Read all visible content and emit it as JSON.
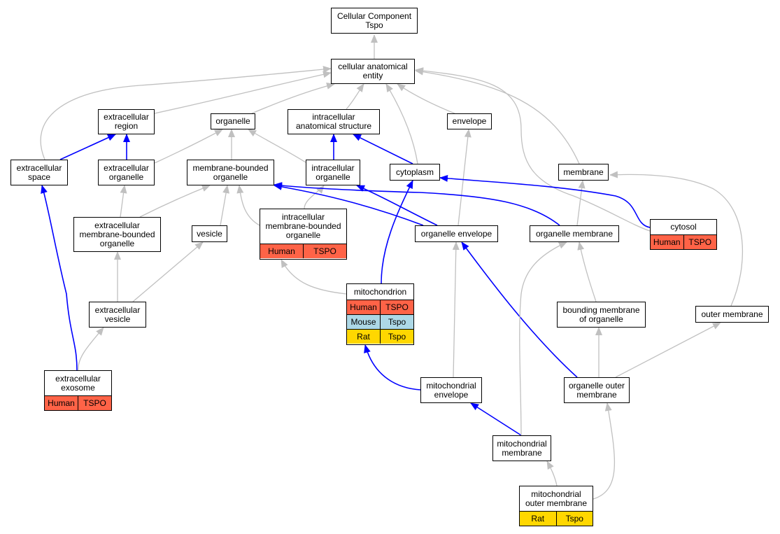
{
  "colors": {
    "gray_edge": "#c0c0c0",
    "blue_edge": "#0000ff",
    "human": "#ff6347",
    "mouse": "#add8e6",
    "rat": "#ffd700"
  },
  "nodes": {
    "cc_tspo": {
      "label": "Cellular Component\nTspo"
    },
    "cellular_anatomical_entity": {
      "label": "cellular anatomical\nentity"
    },
    "extracellular_region": {
      "label": "extracellular\nregion"
    },
    "organelle": {
      "label": "organelle"
    },
    "intracellular_anatomical_structure": {
      "label": "intracellular\nanatomical structure"
    },
    "envelope": {
      "label": "envelope"
    },
    "extracellular_space": {
      "label": "extracellular\nspace"
    },
    "extracellular_organelle": {
      "label": "extracellular\norganelle"
    },
    "membrane_bounded_organelle": {
      "label": "membrane-bounded\norganelle"
    },
    "intracellular_organelle": {
      "label": "intracellular\norganelle"
    },
    "cytoplasm": {
      "label": "cytoplasm"
    },
    "membrane": {
      "label": "membrane"
    },
    "extracellular_mb_organelle": {
      "label": "extracellular\nmembrane-bounded\norganelle"
    },
    "vesicle": {
      "label": "vesicle"
    },
    "intracellular_mb_organelle": {
      "label": "intracellular\nmembrane-bounded\norganelle",
      "annotations": [
        {
          "species": "Human",
          "gene": "TSPO"
        }
      ]
    },
    "organelle_envelope": {
      "label": "organelle envelope"
    },
    "organelle_membrane": {
      "label": "organelle membrane"
    },
    "cytosol": {
      "label": "cytosol",
      "annotations": [
        {
          "species": "Human",
          "gene": "TSPO"
        }
      ]
    },
    "extracellular_vesicle": {
      "label": "extracellular\nvesicle"
    },
    "mitochondrion": {
      "label": "mitochondrion",
      "annotations": [
        {
          "species": "Human",
          "gene": "TSPO"
        },
        {
          "species": "Mouse",
          "gene": "Tspo"
        },
        {
          "species": "Rat",
          "gene": "Tspo"
        }
      ]
    },
    "bounding_membrane": {
      "label": "bounding membrane\nof organelle"
    },
    "outer_membrane": {
      "label": "outer membrane"
    },
    "extracellular_exosome": {
      "label": "extracellular\nexosome",
      "annotations": [
        {
          "species": "Human",
          "gene": "TSPO"
        }
      ]
    },
    "mitochondrial_envelope": {
      "label": "mitochondrial\nenvelope"
    },
    "organelle_outer_membrane": {
      "label": "organelle outer\nmembrane"
    },
    "mitochondrial_membrane": {
      "label": "mitochondrial\nmembrane"
    },
    "mitochondrial_outer_membrane": {
      "label": "mitochondrial\nouter membrane",
      "annotations": [
        {
          "species": "Rat",
          "gene": "Tspo"
        }
      ]
    }
  },
  "edges": [
    {
      "from": "cellular_anatomical_entity",
      "to": "cc_tspo",
      "kind": "is_a"
    },
    {
      "from": "extracellular_region",
      "to": "cellular_anatomical_entity",
      "kind": "is_a"
    },
    {
      "from": "organelle",
      "to": "cellular_anatomical_entity",
      "kind": "is_a"
    },
    {
      "from": "intracellular_anatomical_structure",
      "to": "cellular_anatomical_entity",
      "kind": "is_a"
    },
    {
      "from": "envelope",
      "to": "cellular_anatomical_entity",
      "kind": "is_a"
    },
    {
      "from": "extracellular_space",
      "to": "cellular_anatomical_entity",
      "kind": "is_a"
    },
    {
      "from": "cytoplasm",
      "to": "cellular_anatomical_entity",
      "kind": "is_a"
    },
    {
      "from": "membrane",
      "to": "cellular_anatomical_entity",
      "kind": "is_a"
    },
    {
      "from": "cytosol",
      "to": "cellular_anatomical_entity",
      "kind": "is_a"
    },
    {
      "from": "extracellular_space",
      "to": "extracellular_region",
      "kind": "part_of"
    },
    {
      "from": "extracellular_organelle",
      "to": "extracellular_region",
      "kind": "part_of"
    },
    {
      "from": "extracellular_organelle",
      "to": "organelle",
      "kind": "is_a"
    },
    {
      "from": "membrane_bounded_organelle",
      "to": "organelle",
      "kind": "is_a"
    },
    {
      "from": "intracellular_organelle",
      "to": "organelle",
      "kind": "is_a"
    },
    {
      "from": "intracellular_organelle",
      "to": "intracellular_anatomical_structure",
      "kind": "part_of"
    },
    {
      "from": "cytoplasm",
      "to": "intracellular_anatomical_structure",
      "kind": "part_of"
    },
    {
      "from": "extracellular_mb_organelle",
      "to": "membrane_bounded_organelle",
      "kind": "is_a"
    },
    {
      "from": "extracellular_mb_organelle",
      "to": "extracellular_organelle",
      "kind": "is_a"
    },
    {
      "from": "vesicle",
      "to": "membrane_bounded_organelle",
      "kind": "is_a"
    },
    {
      "from": "intracellular_mb_organelle",
      "to": "membrane_bounded_organelle",
      "kind": "is_a"
    },
    {
      "from": "intracellular_mb_organelle",
      "to": "intracellular_organelle",
      "kind": "is_a"
    },
    {
      "from": "organelle_envelope",
      "to": "membrane_bounded_organelle",
      "kind": "part_of"
    },
    {
      "from": "organelle_envelope",
      "to": "intracellular_organelle",
      "kind": "part_of"
    },
    {
      "from": "organelle_envelope",
      "to": "envelope",
      "kind": "is_a"
    },
    {
      "from": "organelle_membrane",
      "to": "membrane_bounded_organelle",
      "kind": "part_of"
    },
    {
      "from": "organelle_membrane",
      "to": "membrane",
      "kind": "is_a"
    },
    {
      "from": "cytosol",
      "to": "cytoplasm",
      "kind": "part_of"
    },
    {
      "from": "outer_membrane",
      "to": "membrane",
      "kind": "is_a"
    },
    {
      "from": "extracellular_vesicle",
      "to": "extracellular_mb_organelle",
      "kind": "is_a"
    },
    {
      "from": "extracellular_vesicle",
      "to": "vesicle",
      "kind": "is_a"
    },
    {
      "from": "mitochondrion",
      "to": "intracellular_mb_organelle",
      "kind": "is_a"
    },
    {
      "from": "mitochondrion",
      "to": "cytoplasm",
      "kind": "part_of"
    },
    {
      "from": "bounding_membrane",
      "to": "organelle_membrane",
      "kind": "is_a"
    },
    {
      "from": "extracellular_exosome",
      "to": "extracellular_vesicle",
      "kind": "is_a"
    },
    {
      "from": "extracellular_exosome",
      "to": "extracellular_space",
      "kind": "part_of"
    },
    {
      "from": "mitochondrial_envelope",
      "to": "mitochondrion",
      "kind": "part_of"
    },
    {
      "from": "mitochondrial_envelope",
      "to": "organelle_envelope",
      "kind": "is_a"
    },
    {
      "from": "organelle_outer_membrane",
      "to": "organelle_envelope",
      "kind": "part_of"
    },
    {
      "from": "organelle_outer_membrane",
      "to": "bounding_membrane",
      "kind": "is_a"
    },
    {
      "from": "organelle_outer_membrane",
      "to": "outer_membrane",
      "kind": "is_a"
    },
    {
      "from": "mitochondrial_membrane",
      "to": "mitochondrial_envelope",
      "kind": "part_of"
    },
    {
      "from": "mitochondrial_membrane",
      "to": "organelle_membrane",
      "kind": "is_a"
    },
    {
      "from": "mitochondrial_outer_membrane",
      "to": "mitochondrial_membrane",
      "kind": "is_a"
    },
    {
      "from": "mitochondrial_outer_membrane",
      "to": "organelle_outer_membrane",
      "kind": "is_a"
    }
  ]
}
